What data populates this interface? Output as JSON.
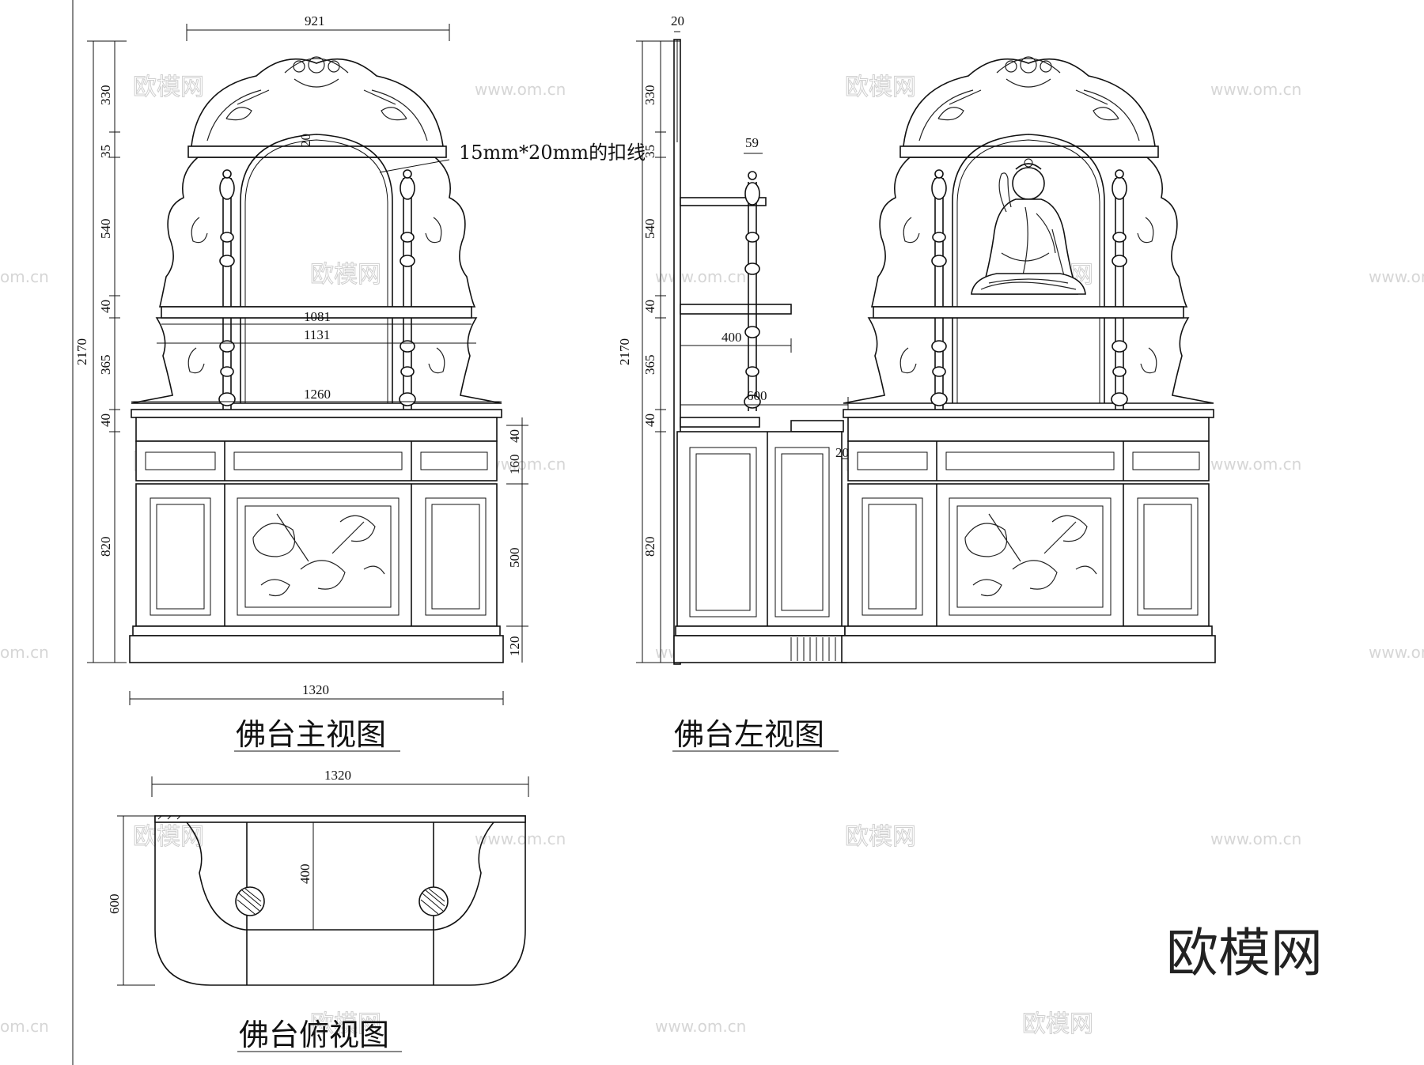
{
  "views": {
    "front": {
      "title": "佛台主视图",
      "dims": {
        "top_arch": "921",
        "h330": "330",
        "h35": "35",
        "h540": "540",
        "h40a": "40",
        "h365": "365",
        "h40b": "40",
        "h820": "820",
        "total": "2170",
        "w1081": "1081",
        "w1131": "1131",
        "w1260": "1260",
        "r40": "40",
        "r160": "160",
        "r500": "500",
        "r120": "120",
        "bottom": "1320",
        "arch_small": "20"
      },
      "note": "15mm*20mm的扣线"
    },
    "left": {
      "title": "佛台左视图",
      "dims": {
        "top20": "20",
        "h330": "330",
        "h35": "35",
        "h540": "540",
        "h40a": "40",
        "h365": "365",
        "h40b": "40",
        "h820": "820",
        "total": "2170",
        "w59": "59",
        "w400": "400",
        "w600": "600",
        "side20": "20"
      }
    },
    "top": {
      "title": "佛台俯视图",
      "dims": {
        "width": "1320",
        "depth": "600",
        "inner": "400"
      }
    }
  },
  "watermark": {
    "logo": "欧模网",
    "url": "www.om.cn",
    "url_partial": "om.cn",
    "brand": "欧模网"
  }
}
